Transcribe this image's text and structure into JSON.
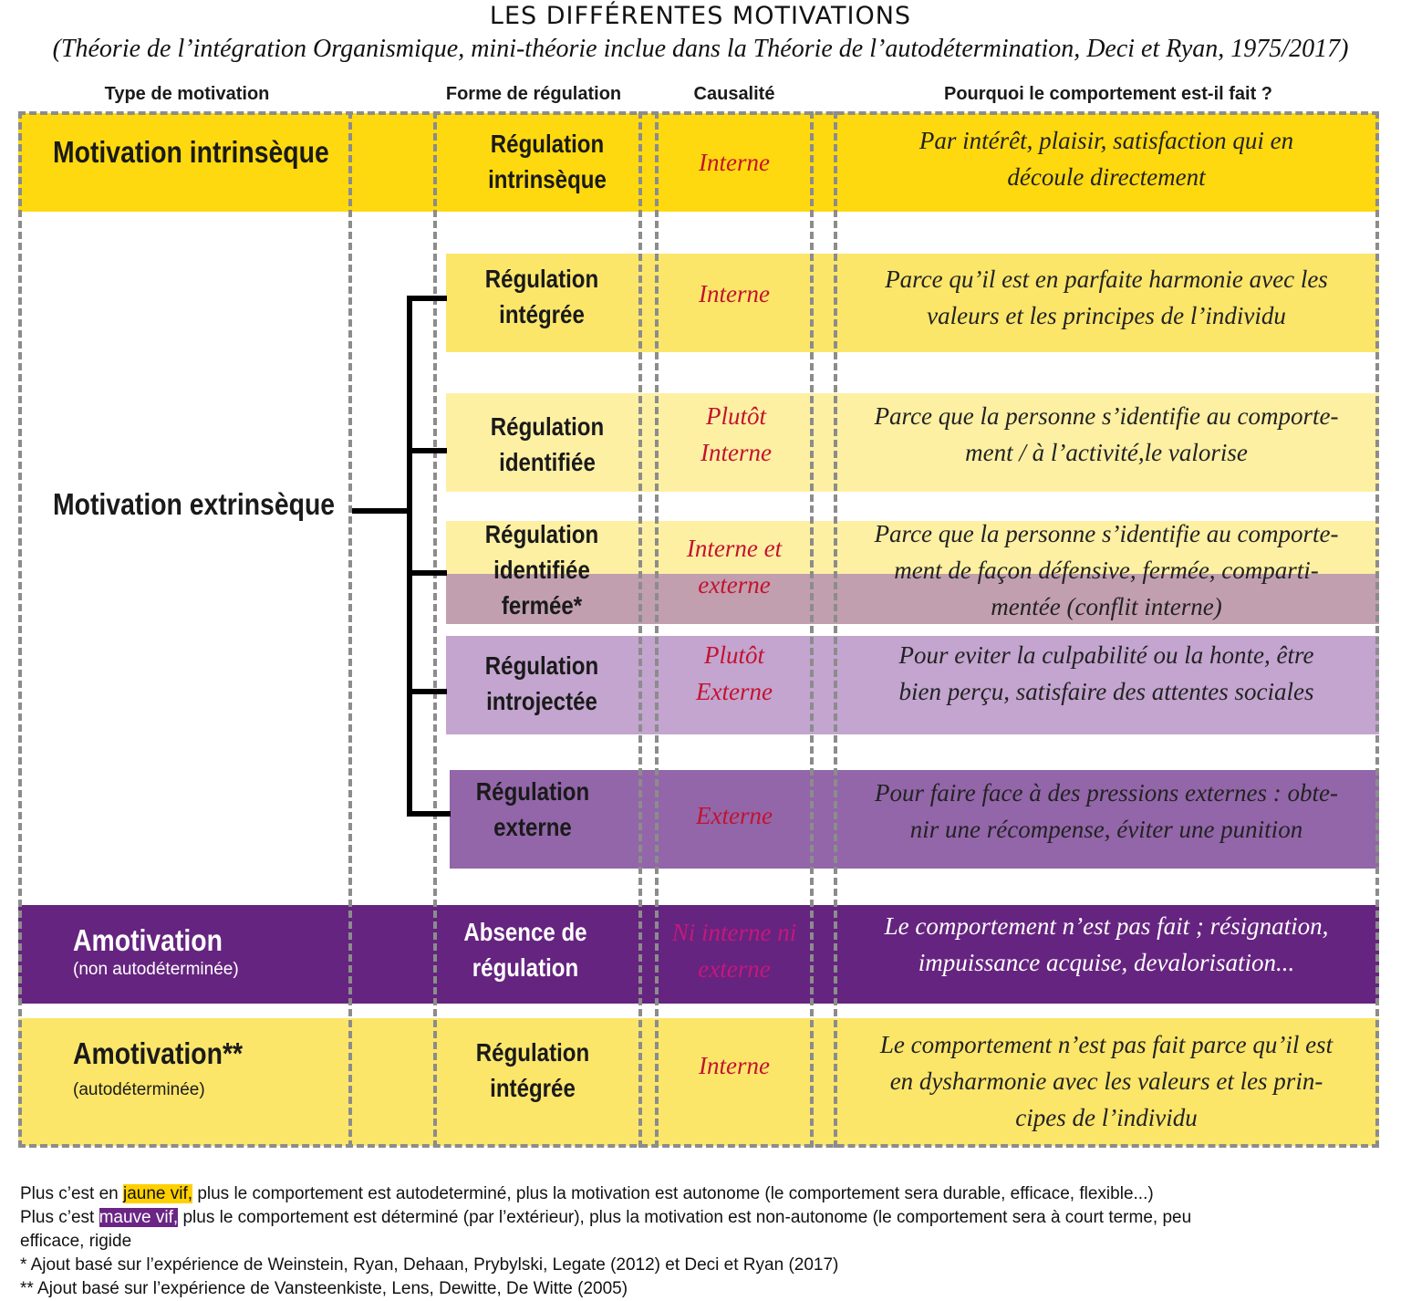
{
  "title": "LES DIFFÉRENTES MOTIVATIONS",
  "subtitle": "(Théorie de l’intégration Organismique, mini-théorie inclue dans la Théorie de l’autodétermination, Deci et Ryan, 1975/2017)",
  "columns": {
    "type": "Type de motivation",
    "regulation": "Forme de régulation",
    "causalite": "Causalité",
    "pourquoi": "Pourquoi le comportement est-il fait ?"
  },
  "colors": {
    "jaune_vif": "#ffd90f",
    "jaune": "#fbe66a",
    "jaune_pale": "#fdf0a3",
    "rose_brun": "#c19fae",
    "mauve_clair": "#c3a5cf",
    "mauve": "#9266a9",
    "mauve_vif": "#65247f"
  },
  "types": {
    "intrinseque": "Motivation intrinsèque",
    "extrinseque": "Motivation extrinsèque",
    "amotivation1": "Amotivation",
    "amotivation1_note": "(non autodéterminée)",
    "amotivation2": "Amotivation**",
    "amotivation2_note": "(autodéterminée)"
  },
  "rows": [
    {
      "reg1": "Régulation",
      "reg2": "intrinsèque",
      "caus1": "Interne",
      "caus2": "",
      "why1": "Par intérêt, plaisir, satisfaction qui en",
      "why2": "découle directement",
      "why3": ""
    },
    {
      "reg1": "Régulation",
      "reg2": "intégrée",
      "caus1": "Interne",
      "caus2": "",
      "why1": "Parce qu’il est en parfaite harmonie avec les",
      "why2": "valeurs et les principes de l’individu",
      "why3": ""
    },
    {
      "reg1": "Régulation",
      "reg2": "identifiée",
      "caus1": "Plutôt",
      "caus2": "Interne",
      "why1": "Parce que la personne s’identifie au comporte-",
      "why2": "ment / à l’activité,le valorise",
      "why3": ""
    },
    {
      "reg1": "Régulation",
      "reg2": "identifiée",
      "reg3": "fermée*",
      "caus1": "Interne et",
      "caus2": "externe",
      "why1": "Parce que la personne s’identifie au comporte-",
      "why2": "ment de façon défensive, fermée, comparti-",
      "why3": "mentée (conflit interne)"
    },
    {
      "reg1": "Régulation",
      "reg2": "introjectée",
      "caus1": "Plutôt",
      "caus2": "Externe",
      "why1": "Pour eviter la culpabilité ou la honte, être",
      "why2": "bien perçu, satisfaire des attentes sociales",
      "why3": ""
    },
    {
      "reg1": "Régulation",
      "reg2": "externe",
      "caus1": "Externe",
      "caus2": "",
      "why1": "Pour faire face à des pressions externes : obte-",
      "why2": "nir une récompense, éviter une punition",
      "why3": ""
    },
    {
      "reg1": "Absence de",
      "reg2": "régulation",
      "caus1": "Ni interne ni",
      "caus2": "externe",
      "why1": "Le comportement n’est pas fait ; résignation,",
      "why2": "impuissance acquise, devalorisation...",
      "why3": ""
    },
    {
      "reg1": "Régulation",
      "reg2": "intégrée",
      "caus1": "Interne",
      "caus2": "",
      "why1": "Le comportement n’est pas fait parce qu’il est",
      "why2": "en dysharmonie avec les valeurs et les prin-",
      "why3": "cipes de l’individu"
    }
  ],
  "legend": {
    "l1_pre": "Plus c’est en ",
    "l1_hl": "jaune vif,",
    "l1_post": " plus le comportement est autodeterminé, plus la motivation est autonome (le comportement sera durable, efficace, flexible...)",
    "l2_pre": "Plus c’est ",
    "l2_hl": "mauve vif,",
    "l2_post": " plus le comportement est déterminé (par l’extérieur), plus la motivation est non-autonome (le comportement sera à court terme, peu",
    "l3": "efficace, rigide",
    "l4": "* Ajout basé sur l’expérience de Weinstein, Ryan, Dehaan, Prybylski, Legate (2012) et Deci et Ryan (2017)",
    "l5": "** Ajout basé sur l’expérience de Vansteenkiste, Lens, Dewitte, De Witte (2005)"
  }
}
